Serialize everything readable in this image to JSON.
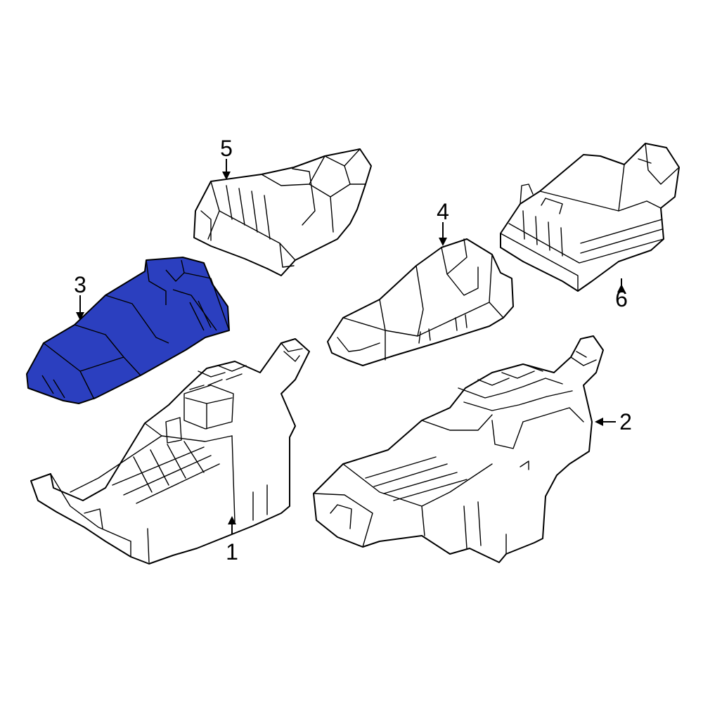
{
  "colors": {
    "highlight": "#2b3fbf",
    "line": "#000000",
    "background": "#ffffff"
  },
  "callouts": {
    "c1": "1",
    "c2": "2",
    "c3": "3",
    "c4": "4",
    "c5": "5",
    "c6": "6"
  }
}
